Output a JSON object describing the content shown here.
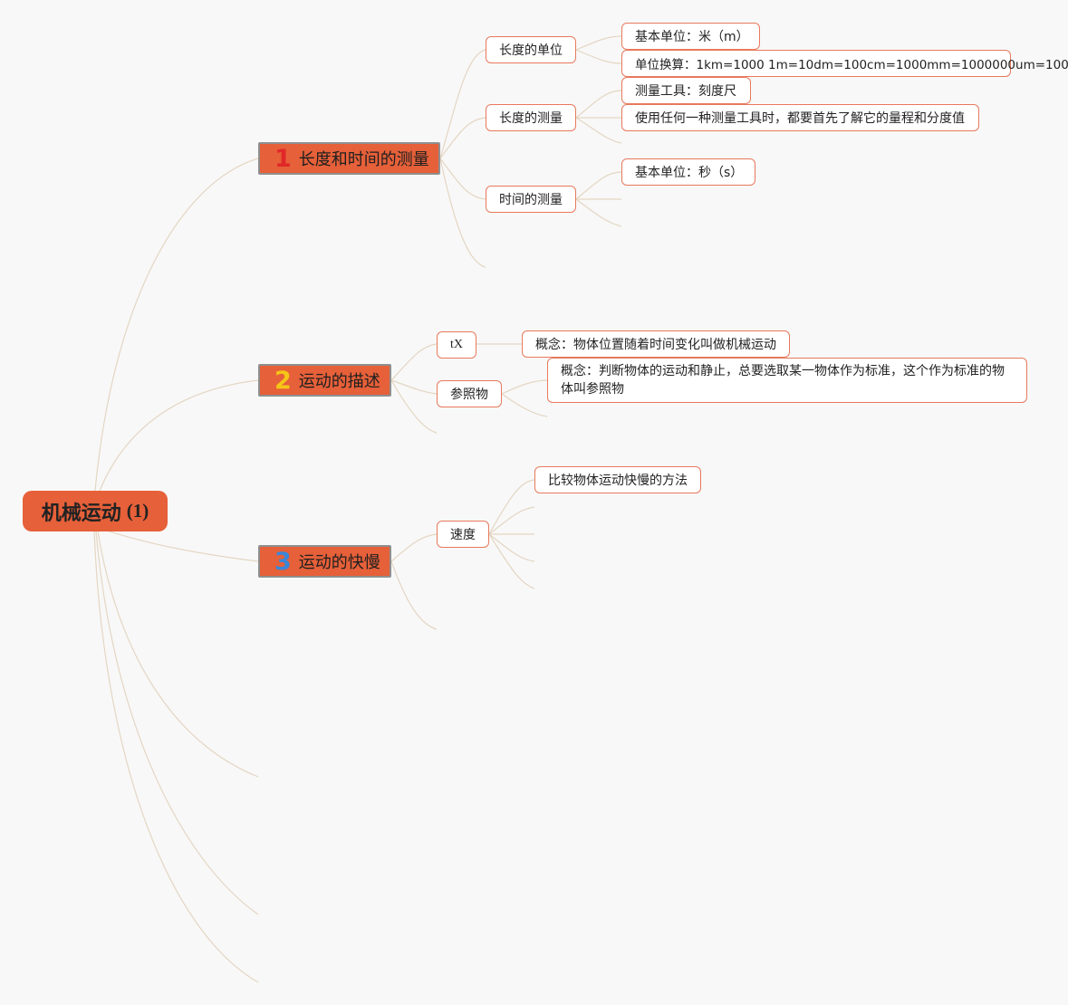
{
  "root": {
    "title": "机械运动",
    "suffix": "(1)"
  },
  "branches": [
    {
      "badge": "1",
      "badge_color": "#e02828",
      "title": "长度和时间的测量",
      "children": [
        {
          "label": "长度的单位",
          "leaves": [
            "基本单位：米（m）",
            "单位换算：1km=1000 1m=10dm=100cm=1000mm=1000000um=100"
          ]
        },
        {
          "label": "长度的测量",
          "leaves": [
            "测量工具：刻度尺",
            "使用任何一种测量工具时，都要首先了解它的量程和分度值"
          ]
        },
        {
          "label": "时间的测量",
          "leaves": [
            "基本单位：秒（s）"
          ]
        }
      ]
    },
    {
      "badge": "2",
      "badge_color": "#f5c518",
      "title": "运动的描述",
      "children": [
        {
          "label": "tX",
          "leaves": [
            "概念：物体位置随着时间变化叫做机械运动"
          ]
        },
        {
          "label": "参照物",
          "leaves": [
            "概念：判断物体的运动和静止，总要选取某一物体作为标准，这个作为标准的物体叫参照物"
          ]
        }
      ]
    },
    {
      "badge": "3",
      "badge_color": "#3a86d8",
      "title": "运动的快慢",
      "children": [
        {
          "label": "速度",
          "leaves": [
            "比较物体运动快慢的方法"
          ]
        }
      ]
    }
  ]
}
